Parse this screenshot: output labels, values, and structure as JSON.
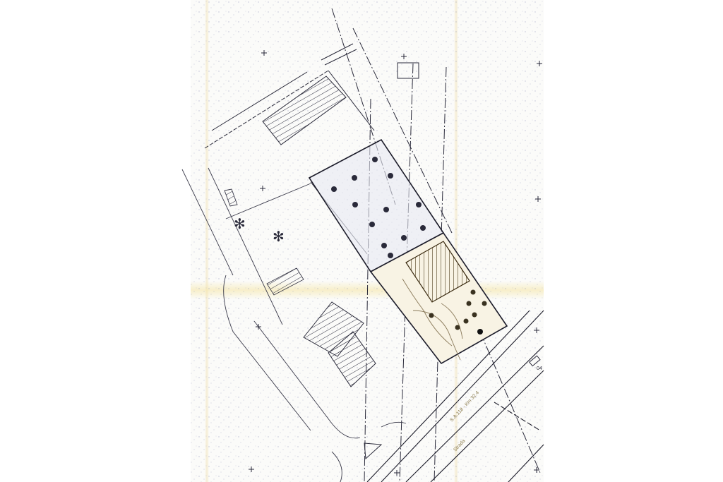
{
  "map": {
    "type": "scanned site plan",
    "paper_color": "#fbfbf9",
    "ink_color": "#2a2a3a",
    "stain_color": "#f0e1b4",
    "labels": {
      "road_label": "S.A.118 - Km 32.4",
      "road_label_small": "Strada",
      "marker_label": "04"
    },
    "legend_symbols": {
      "hatched_building": "existing building (hatched)",
      "tree_dot": "tree",
      "asterisk_tree": "shrub / conifer",
      "survey_cross": "grid cross"
    },
    "features": {
      "main_plot": "dotted lot with trees",
      "project_building": "hatched building inside lot with garden paths",
      "roads": "diagonal road bands at bottom right",
      "boundary_lines": "vertical dash-dot cadastral lines"
    }
  }
}
